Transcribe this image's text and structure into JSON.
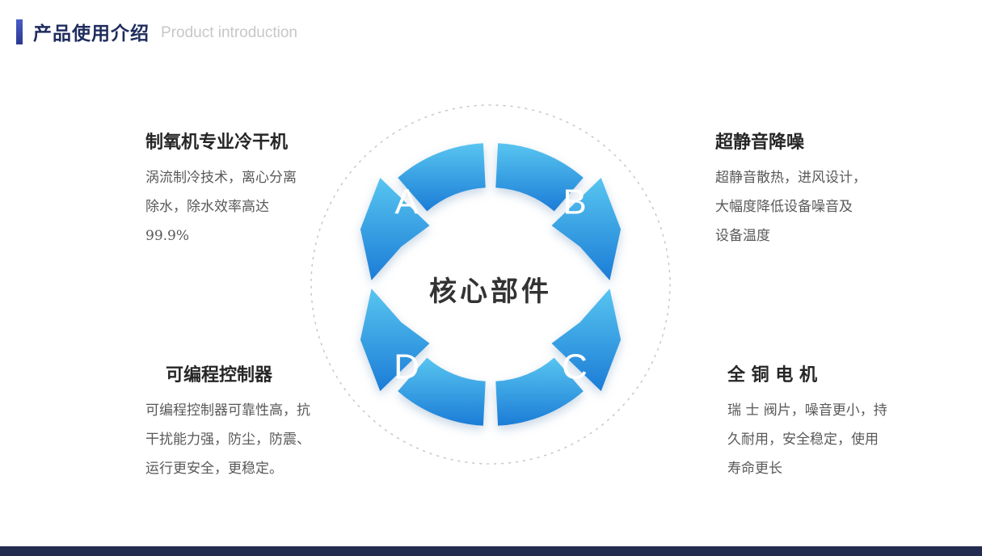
{
  "header": {
    "title": "产品使用介绍",
    "subtitle": "Product introduction"
  },
  "diagram": {
    "center_label": "核心部件",
    "segments": [
      {
        "letter": "A"
      },
      {
        "letter": "B"
      },
      {
        "letter": "C"
      },
      {
        "letter": "D"
      }
    ]
  },
  "features": {
    "top_left": {
      "title": "制氧机专业冷干机",
      "body": "涡流制冷技术，离心分离\n除水，除水效率高达\n99.9%"
    },
    "top_right": {
      "title": "超静音降噪",
      "body": "超静音散热，进风设计，\n大幅度降低设备噪音及\n设备温度"
    },
    "bottom_left": {
      "title": "可编程控制器",
      "body": "可编程控制器可靠性高，抗\n干扰能力强，防尘，防震、\n运行更安全，更稳定。"
    },
    "bottom_right": {
      "title": "全 铜 电 机",
      "body": "瑞 士 阀片，噪音更小，持\n久耐用，安全稳定，使用\n寿命更长"
    }
  },
  "colors": {
    "arc_light": "#58C5F0",
    "arc_dark": "#1B7CD6",
    "accent_bar": "#3A4DB1",
    "footer_bar": "#232B4F",
    "title_text": "#1F2C5E"
  }
}
